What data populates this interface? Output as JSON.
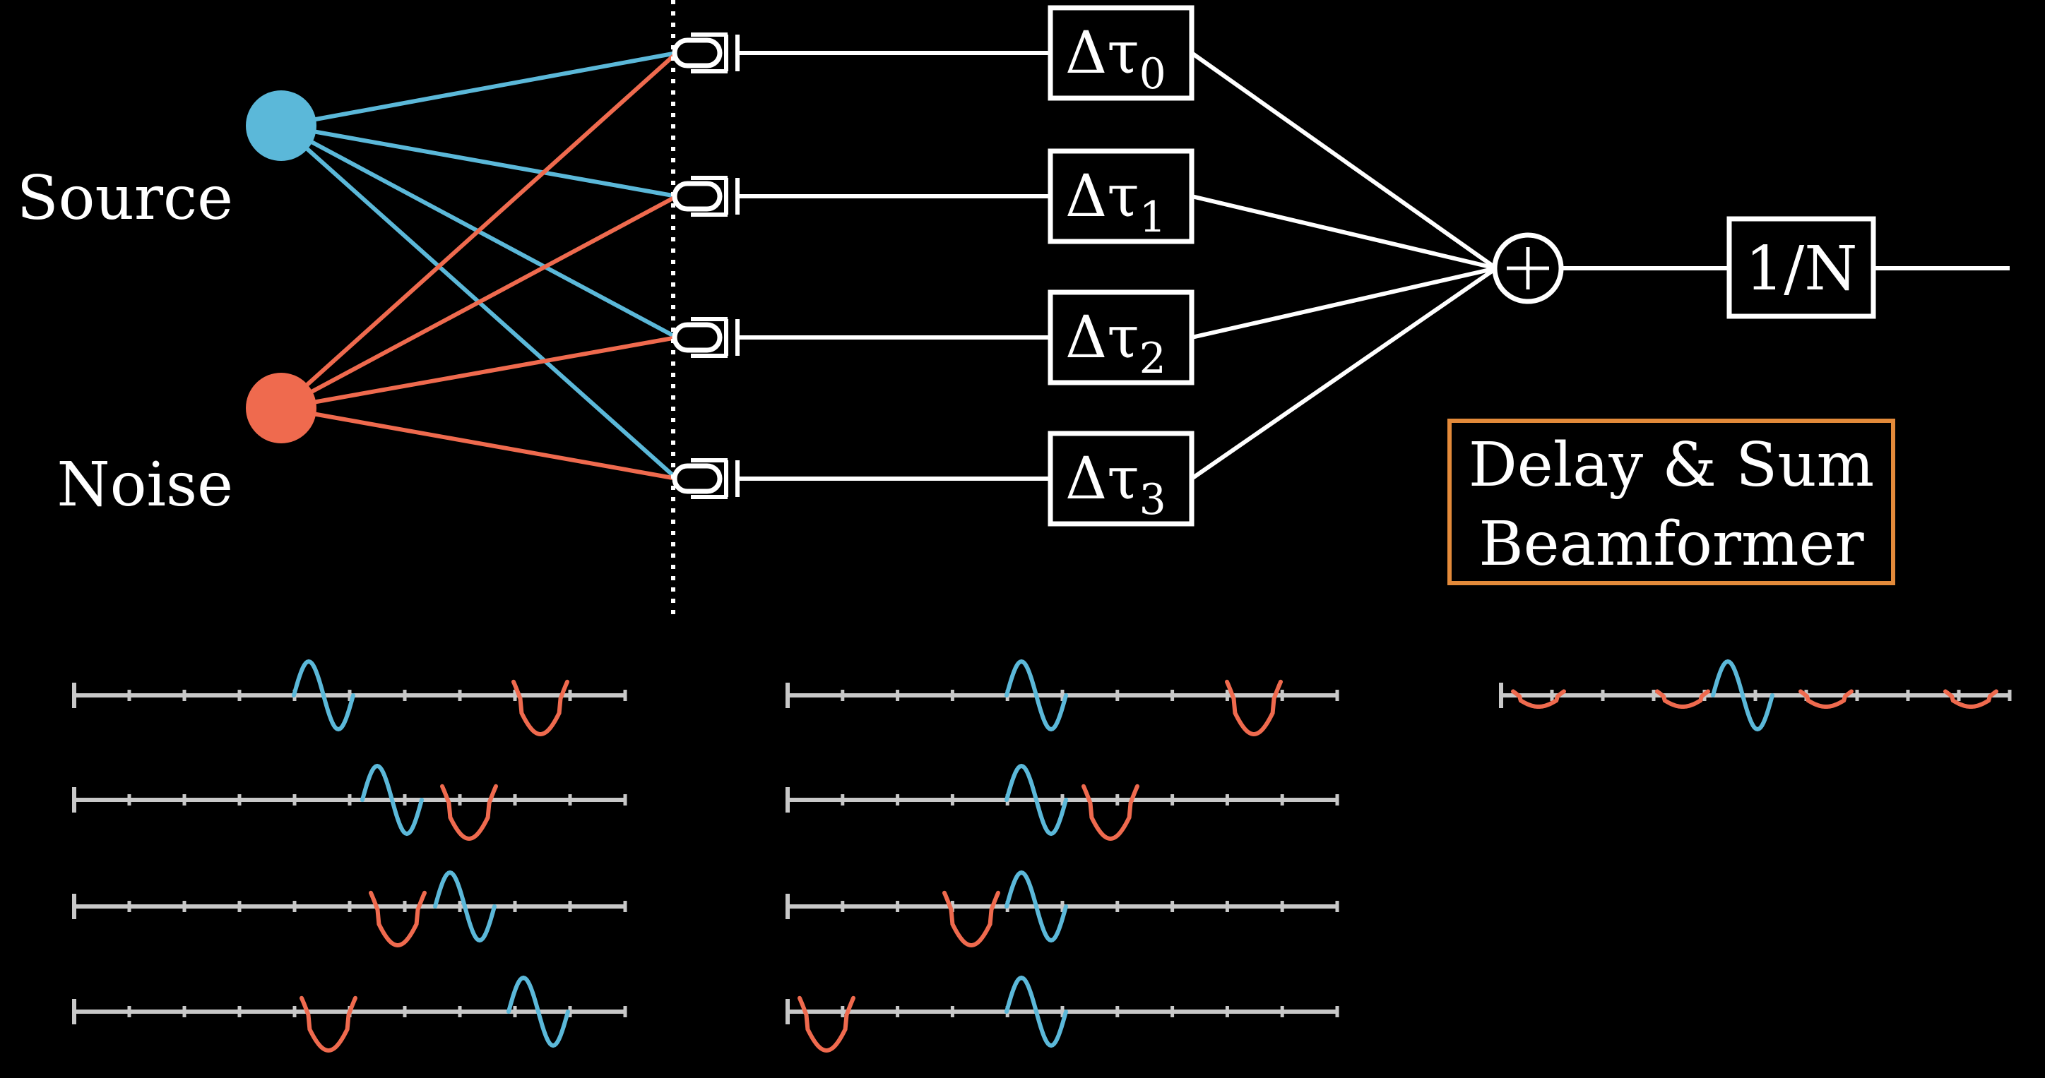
{
  "colors": {
    "background": "#000000",
    "source": "#5bb8d9",
    "noise": "#ef6a4e",
    "wire": "#ffffff",
    "axis": "#c8c8c8",
    "highlight_border": "#e38a3a"
  },
  "source_label": "Source",
  "noise_label": "Noise",
  "delays": [
    {
      "symbol": "Δτ",
      "sub": "0"
    },
    {
      "symbol": "Δτ",
      "sub": "1"
    },
    {
      "symbol": "Δτ",
      "sub": "2"
    },
    {
      "symbol": "Δτ",
      "sub": "3"
    }
  ],
  "summer_symbol": "+",
  "normalizer_label": "1/N",
  "beamformer_label": {
    "line1": "Delay & Sum",
    "line2": "Beamformer"
  },
  "icons": {
    "microphone": "microphone-icon",
    "summer": "plus-circle-icon"
  }
}
